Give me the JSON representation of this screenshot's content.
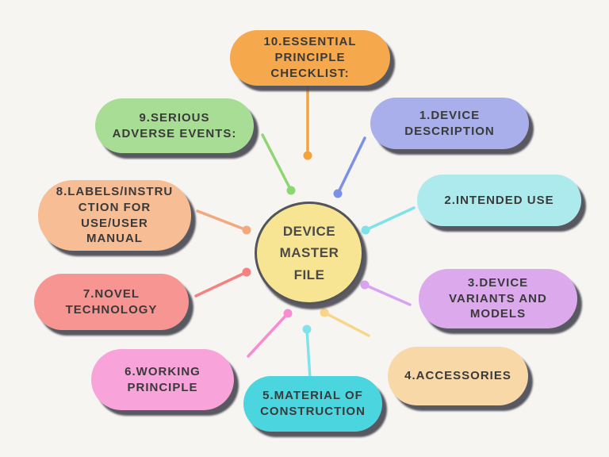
{
  "background": "#f7f5f2",
  "center": {
    "label": "DEVICE\nMASTER\nFILE",
    "fill": "#f8e593",
    "border": "#54545b"
  },
  "nodes": [
    {
      "id": 1,
      "label": "1.DEVICE\nDESCRIPTION",
      "fill": "#a8afeb",
      "connector": "#7d90e8"
    },
    {
      "id": 2,
      "label": "2.INTENDED USE",
      "fill": "#adeaee",
      "connector": "#7fe2e9"
    },
    {
      "id": 3,
      "label": "3.DEVICE\nVARIANTS AND\nMODELS",
      "fill": "#dba9ec",
      "connector": "#d8a4f1"
    },
    {
      "id": 4,
      "label": "4.ACCESSORIES",
      "fill": "#f8d8a7",
      "connector": "#f7d689"
    },
    {
      "id": 5,
      "label": "5.MATERIAL OF\nCONSTRUCTION",
      "fill": "#4bd5de",
      "connector": "#82e2ea"
    },
    {
      "id": 6,
      "label": "6.WORKING\nPRINCIPLE",
      "fill": "#f9a3db",
      "connector": "#f88cd1"
    },
    {
      "id": 7,
      "label": "7.NOVEL\nTECHNOLOGY",
      "fill": "#f79592",
      "connector": "#f58181"
    },
    {
      "id": 8,
      "label": "8.LABELS/INSTRU\nCTION FOR\nUSE/USER\nMANUAL",
      "fill": "#f7bd94",
      "connector": "#f3a97d"
    },
    {
      "id": 9,
      "label": "9.SERIOUS\nADVERSE EVENTS:",
      "fill": "#a8dd96",
      "connector": "#8dd773"
    },
    {
      "id": 10,
      "label": "10.ESSENTIAL\nPRINCIPLE\nCHECKLIST:",
      "fill": "#f5a84c",
      "connector": "#f2a33d"
    }
  ],
  "text_color": "#3a3a3a"
}
